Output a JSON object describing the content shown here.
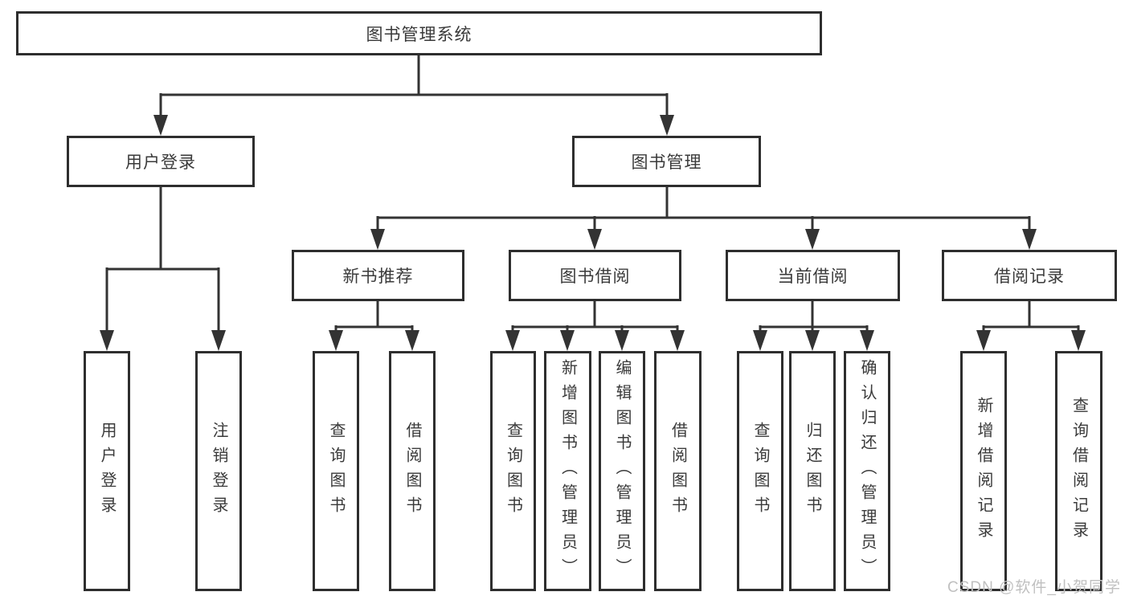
{
  "tree": {
    "root": {
      "label": "图书管理系统",
      "children": [
        {
          "label": "用户登录",
          "children": [
            {
              "label": "用户登录"
            },
            {
              "label": "注销登录"
            }
          ]
        },
        {
          "label": "图书管理",
          "children": [
            {
              "label": "新书推荐",
              "children": [
                {
                  "label": "查询图书"
                },
                {
                  "label": "借阅图书"
                }
              ]
            },
            {
              "label": "图书借阅",
              "children": [
                {
                  "label": "查询图书"
                },
                {
                  "label": "新增图书（管理员）"
                },
                {
                  "label": "编辑图书（管理员）"
                },
                {
                  "label": "借阅图书"
                }
              ]
            },
            {
              "label": "当前借阅",
              "children": [
                {
                  "label": "查询图书"
                },
                {
                  "label": "归还图书"
                },
                {
                  "label": "确认归还（管理员）"
                }
              ]
            },
            {
              "label": "借阅记录",
              "children": [
                {
                  "label": "新增借阅记录"
                },
                {
                  "label": "查询借阅记录"
                }
              ]
            }
          ]
        }
      ]
    }
  },
  "watermark": {
    "text": "CSDN @软件_小贺同学"
  },
  "colors": {
    "border": "#2e2e2e",
    "line": "#333333",
    "text": "#3a3a3a",
    "watermark": "#c0c0c0",
    "background": "#ffffff"
  }
}
